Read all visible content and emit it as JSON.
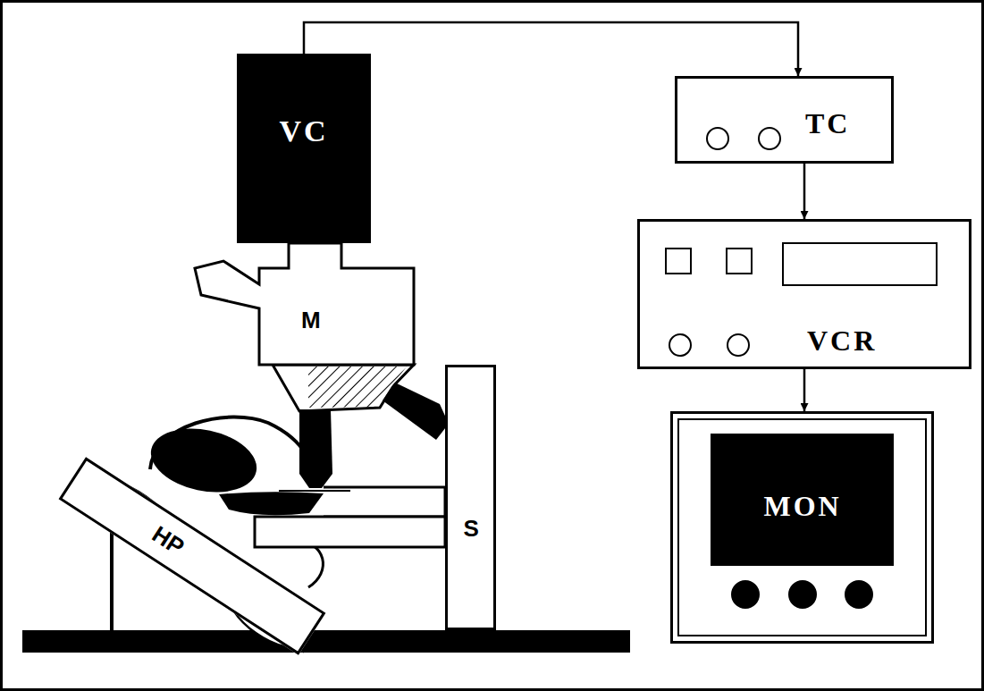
{
  "diagram": {
    "nodes": [
      {
        "text": [
          "VC"
        ]
      },
      {
        "text": [
          "M"
        ]
      },
      {
        "text": [
          "HP"
        ]
      },
      {
        "text": [
          "S"
        ]
      },
      {
        "text": [
          "TC"
        ]
      },
      {
        "text": [
          "VCR"
        ]
      },
      {
        "text": [
          "MON"
        ]
      }
    ],
    "edges": [
      {
        "from": 0,
        "to": 4,
        "arrow": "to"
      },
      {
        "from": 4,
        "to": 5,
        "arrow": "to"
      },
      {
        "from": 5,
        "to": 6,
        "arrow": "to"
      }
    ]
  }
}
